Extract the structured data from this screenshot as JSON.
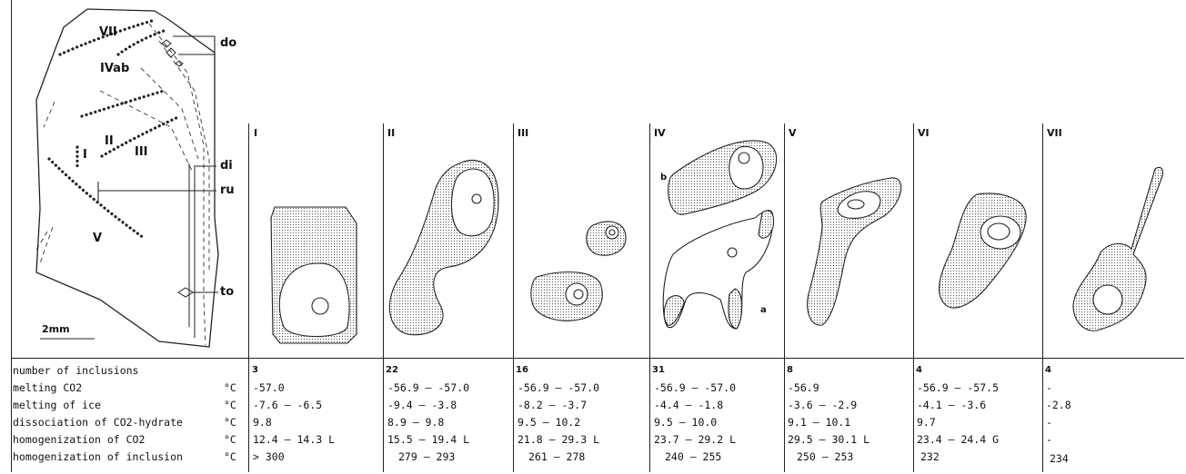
{
  "crystal": {
    "zone_labels": [
      "VII",
      "IVab",
      "II",
      "III",
      "I",
      "V"
    ],
    "annotation_labels": [
      "do",
      "di",
      "ru",
      "to"
    ],
    "scale_bar": "2mm"
  },
  "columns": [
    "I",
    "II",
    "III",
    "IV",
    "V",
    "VI",
    "VII"
  ],
  "inclusion_sublabels": [
    "b",
    "a"
  ],
  "table": {
    "rows": [
      {
        "label": "number of inclusions",
        "unit": "",
        "values": [
          "3",
          "22",
          "16",
          "31",
          "8",
          "4",
          "4"
        ]
      },
      {
        "label": "melting CO2",
        "unit": "°C",
        "values": [
          "-57.0",
          "-56.9 — -57.0",
          "-56.9 — -57.0",
          "-56.9 — -57.0",
          "-56.9",
          "-56.9 — -57.5",
          "-"
        ]
      },
      {
        "label": "melting of ice",
        "unit": "°C",
        "values": [
          "-7.6 — -6.5",
          "-9.4 — -3.8",
          "-8.2 — -3.7",
          "-4.4 — -1.8",
          "-3.6 — -2.9",
          "-4.1 — -3.6",
          "-2.8"
        ]
      },
      {
        "label": "dissociation of CO2-hydrate",
        "unit": "°C",
        "values": [
          "9.8",
          "8.9 — 9.8",
          "9.5 — 10.2",
          "9.5 — 10.0",
          "9.1 — 10.1",
          "9.7",
          "-"
        ]
      },
      {
        "label": "homogenization of CO2",
        "unit": "°C",
        "values": [
          "12.4 — 14.3 L",
          "15.5 — 19.4 L",
          "21.8 — 29.3 L",
          "23.7 — 29.2 L",
          "29.5 — 30.1 L",
          "23.4 — 24.4 G",
          "-"
        ]
      },
      {
        "label": "homogenization of inclusion",
        "unit": "°C",
        "values": [
          "> 300",
          "279 — 293",
          "261 — 278",
          "240 — 255",
          "250 — 253",
          "232",
          "234"
        ]
      }
    ]
  }
}
